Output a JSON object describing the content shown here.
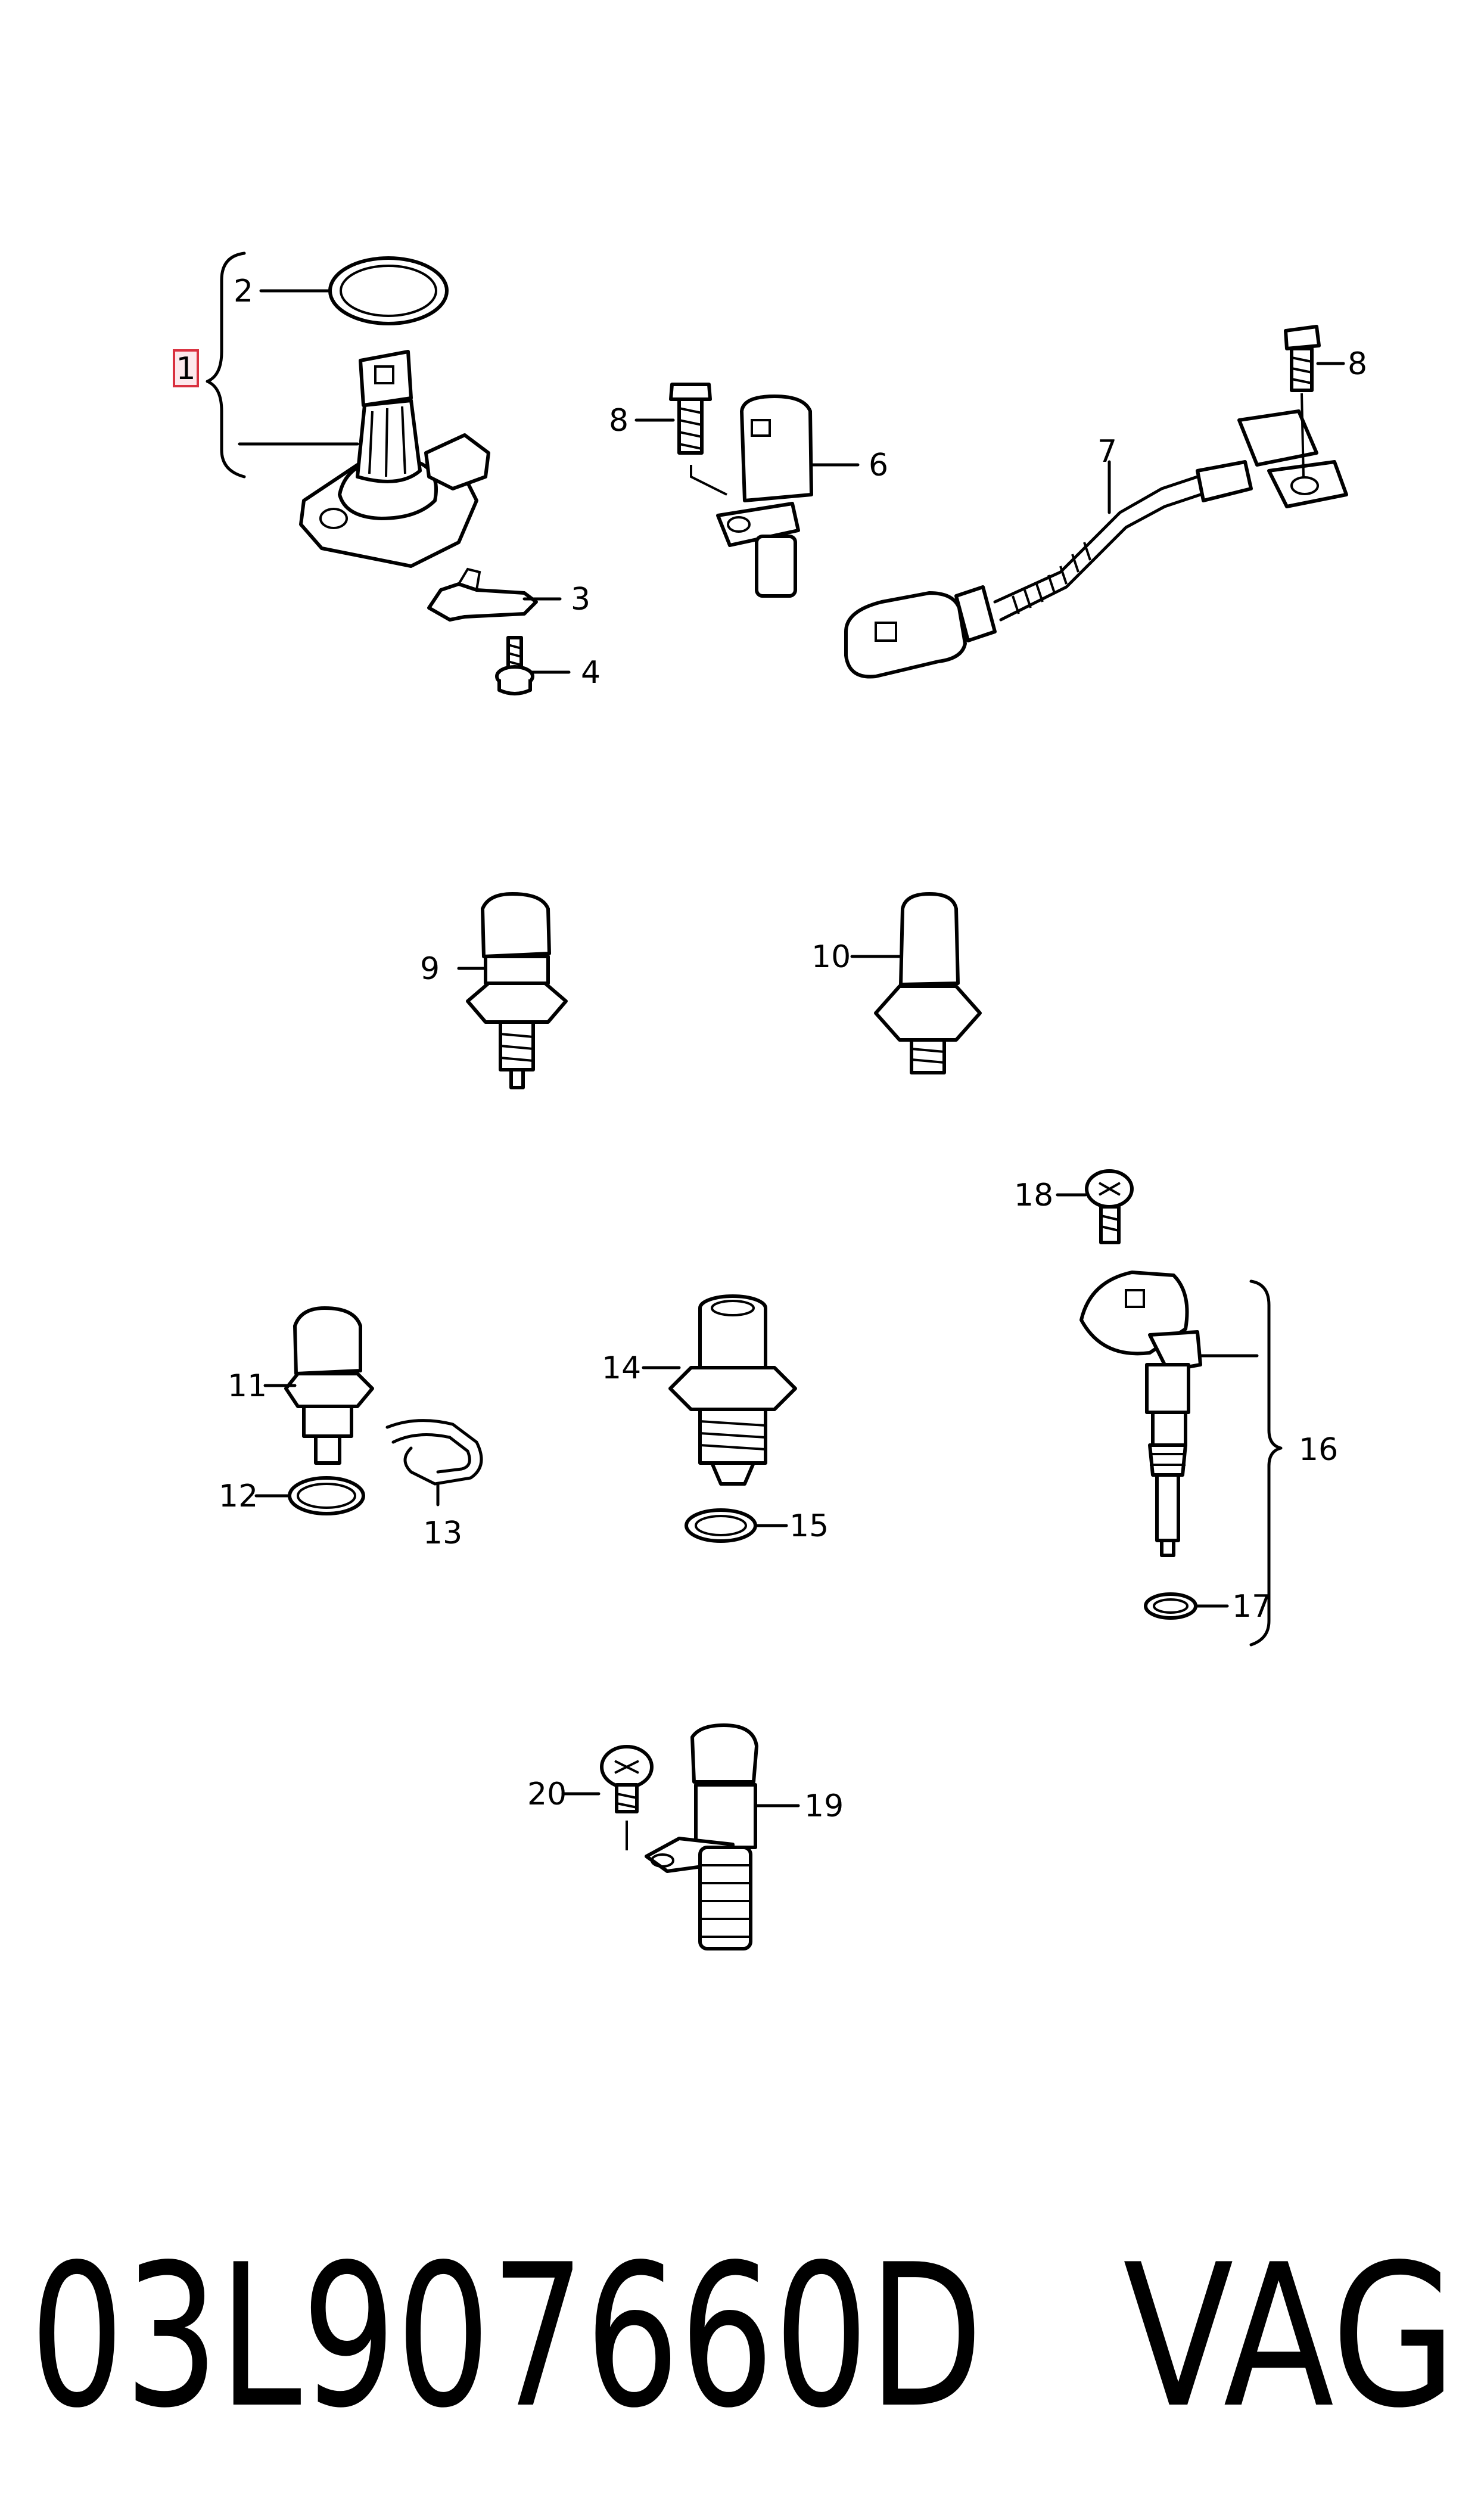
{
  "callouts": {
    "c1": "1",
    "c2": "2",
    "c3": "3",
    "c4": "4",
    "c6": "6",
    "c7": "7",
    "c8a": "8",
    "c8b": "8",
    "c9": "9",
    "c10": "10",
    "c11": "11",
    "c12": "12",
    "c13": "13",
    "c14": "14",
    "c15": "15",
    "c16": "16",
    "c17": "17",
    "c18": "18",
    "c19": "19",
    "c20": "20"
  },
  "footer": {
    "part_number": "03L907660D",
    "brand": "VAG"
  },
  "highlight_color": "#d9303f"
}
